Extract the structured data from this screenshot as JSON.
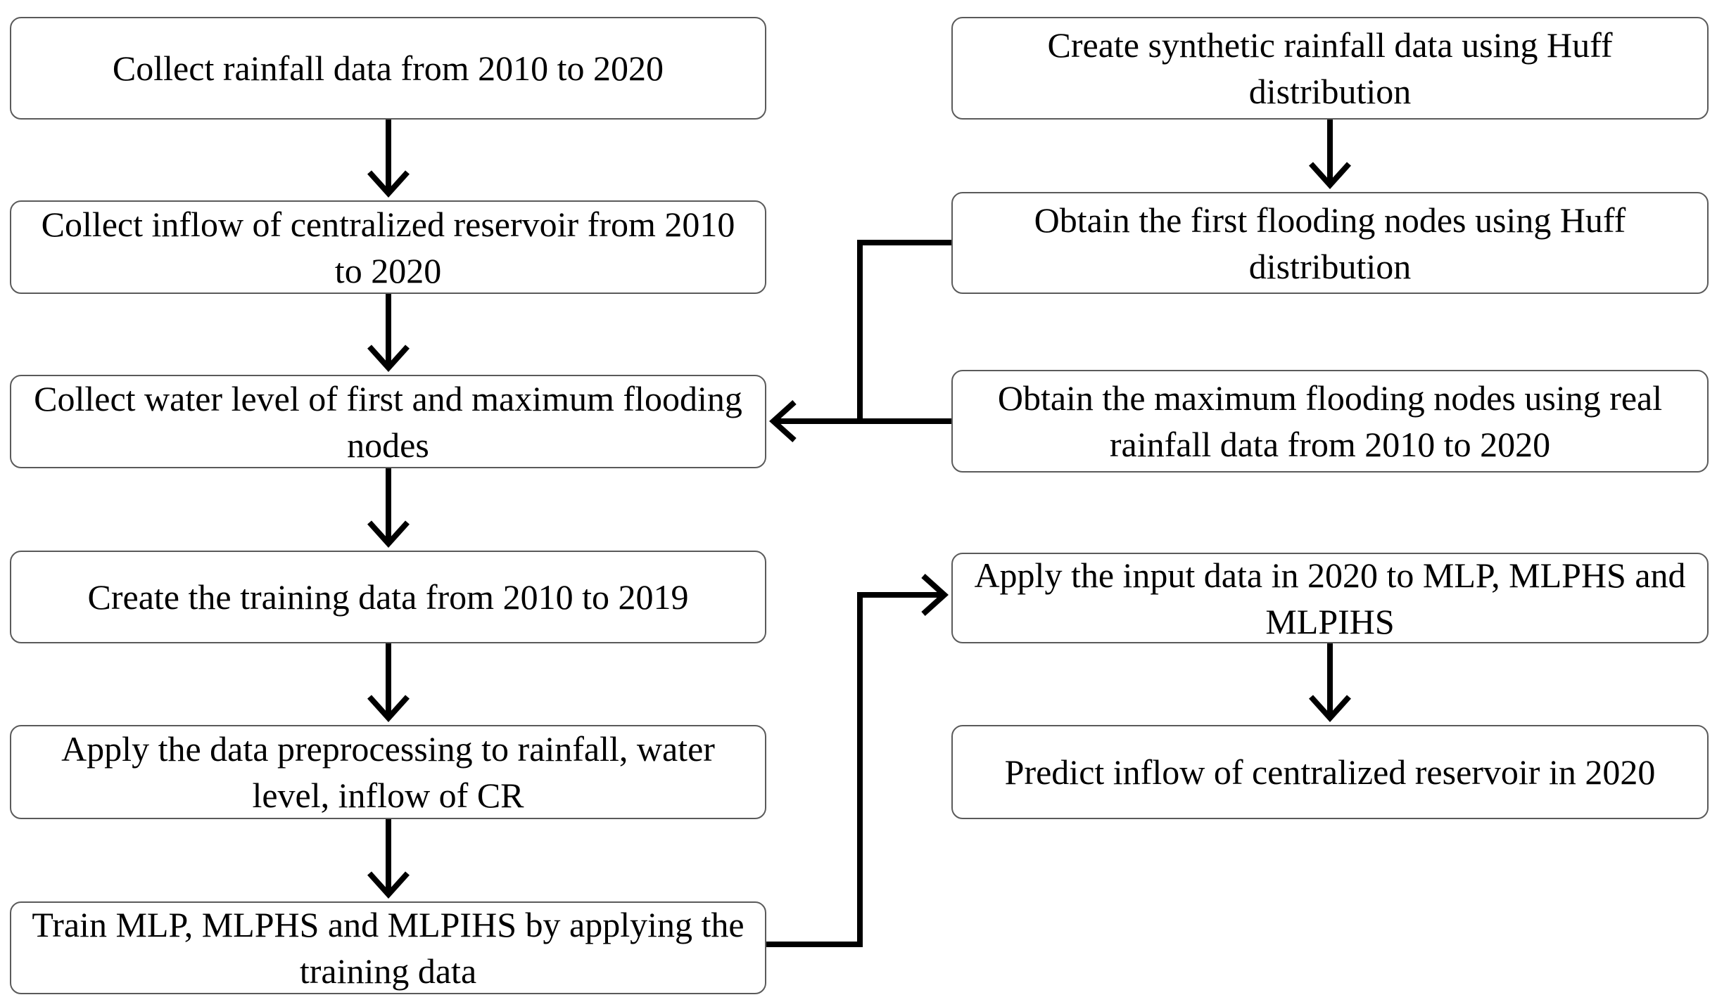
{
  "flowchart": {
    "left_steps": [
      {
        "label": "Collect rainfall data from 2010 to 2020"
      },
      {
        "label": "Collect inflow of centralized reservoir from 2010 to 2020"
      },
      {
        "label": "Collect water level of first and maximum flooding nodes"
      },
      {
        "label": "Create the training data from 2010 to 2019"
      },
      {
        "label": "Apply the data preprocessing to rainfall, water level, inflow of CR"
      },
      {
        "label": "Train MLP, MLPHS and MLPIHS by applying the training data"
      }
    ],
    "right_steps": [
      {
        "label": "Create synthetic rainfall data using Huff distribution"
      },
      {
        "label": "Obtain the first flooding nodes using Huff distribution"
      },
      {
        "label": "Obtain the maximum flooding nodes using real rainfall data from 2010 to 2020"
      },
      {
        "label": "Apply the input data in 2020 to MLP, MLPHS and MLPIHS"
      },
      {
        "label": "Predict inflow of centralized reservoir in 2020"
      }
    ],
    "line_color": "#000000",
    "box_border_color": "#5a5a5a"
  }
}
